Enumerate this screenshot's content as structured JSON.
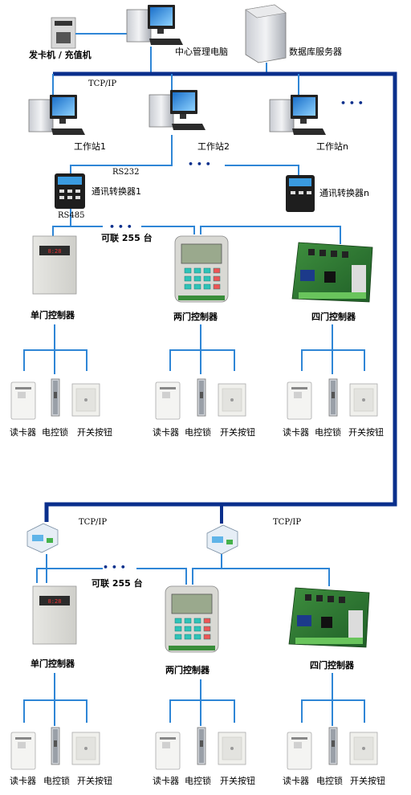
{
  "top": {
    "card_issuer": "发卡机 / 充值机",
    "central_pc": "中心管理电脑",
    "db_server": "数据库服务器",
    "tcpip": "TCP/IP",
    "ws1": "工作站1",
    "ws2": "工作站2",
    "wsn": "工作站n",
    "dots": "• • •",
    "rs232": "RS232",
    "rs485": "RS485",
    "conv1": "通讯转换器1",
    "convn": "通讯转换器n",
    "can_link": "可联 255 台"
  },
  "controllers": {
    "single": "单门控制器",
    "two": "两门控制器",
    "four": "四门控制器"
  },
  "devices": {
    "reader": "读卡器",
    "lock": "电控锁",
    "button": "开关按钮"
  },
  "bottom": {
    "tcpip_left": "TCP/IP",
    "tcpip_right": "TCP/IP",
    "can_link": "可联 255 台"
  },
  "colors": {
    "trunk": "#0a2f8c",
    "line": "#2f86d6"
  }
}
